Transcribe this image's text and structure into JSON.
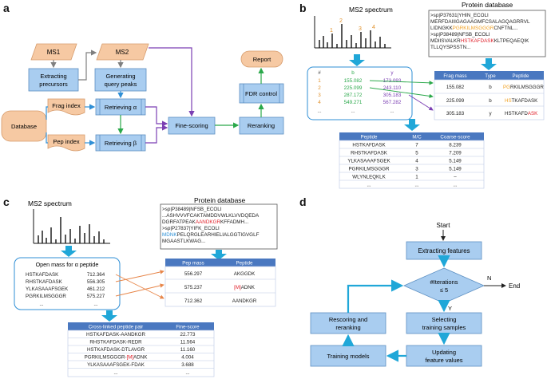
{
  "panel_a": {
    "letter": "a",
    "ms1": "MS1",
    "ms2": "MS2",
    "extracting_precursors": [
      "Extracting",
      "precursors"
    ],
    "generating_query_peaks": [
      "Generating",
      "query peaks"
    ],
    "frag_index": "Frag index",
    "pep_index": "Pep index",
    "database": "Database",
    "retrieving_alpha": "Retrieving α",
    "retrieving_beta": "Retrieving β",
    "fine_scoring": "Fine-scoring",
    "reranking": "Reranking",
    "fdr_control": "FDR control",
    "report": "Report"
  },
  "panel_b": {
    "letter": "b",
    "ms2_title": "MS2 spectrum",
    "protein_db_title": "Protein database",
    "peak_labels": [
      "1",
      "2",
      "3",
      "4"
    ],
    "fasta_lines": [
      ">sp|P37631|YHIN_ECOLI",
      "MERFDAIIIGAGAAGMFCSALAGQAGRRVL",
      "LIDNGKK",
      "PGRKILMSGGGR",
      "CNFTNL...",
      ">sp|P38489|NFSB_ECOLI",
      "MDIISVALKR",
      "HSTKAFDASK",
      "KLTPEQAEQIK",
      "TLLQYSPSSTN..."
    ],
    "ion_table": {
      "headers": [
        "#",
        "b",
        "y"
      ],
      "rows": [
        [
          "1",
          "155.082",
          "173.093"
        ],
        [
          "2",
          "225.099",
          "243.110"
        ],
        [
          "3",
          "287.172",
          "305.183"
        ],
        [
          "4",
          "549.271",
          "567.282"
        ],
        [
          "...",
          "...",
          "..."
        ]
      ]
    },
    "frag_table": {
      "headers": [
        "Frag mass",
        "Type",
        "Peptide"
      ],
      "rows": [
        [
          "155.082",
          "b",
          "PG",
          "RKILMSGGGR",
          ""
        ],
        [
          "225.099",
          "b",
          "HS",
          "TKAFDASK",
          ""
        ],
        [
          "305.183",
          "y",
          "",
          "HSTKAFD",
          "ASK"
        ]
      ]
    },
    "coarse_table": {
      "headers": [
        "Peptide",
        "M/C",
        "Coarse-score"
      ],
      "rows": [
        [
          "HSTKAFDASK",
          "7",
          "8.239"
        ],
        [
          "RHSTKAFDASK",
          "5",
          "7.209"
        ],
        [
          "YLKASAAAFSGEK",
          "4",
          "5.149"
        ],
        [
          "PGRKILMSGGGR",
          "3",
          "5.149"
        ],
        [
          "WLYNLEQKLK",
          "1",
          "–"
        ],
        [
          "...",
          "...",
          "..."
        ]
      ]
    }
  },
  "panel_c": {
    "letter": "c",
    "ms2_title": "MS2 spectrum",
    "protein_db_title": "Protein database",
    "fasta_lines": [
      ">sp|P38489|NFSB_ECOLI",
      "...ASHVVVFCAKTAMDDVWLKLVVDQEDA",
      "DGRFATPEAK",
      "AANDKGR",
      "KFFADMH...",
      ">sp|P27837|YIFK_ECOLI",
      "MDNK",
      "PELQRGLEARHIELIALGGTIGVGLF",
      "MGAASTLKWAG..."
    ],
    "open_mass_title": "Open mass for α peptide",
    "open_mass_rows": [
      [
        "HSTKAFDASK",
        "712.364"
      ],
      [
        "RHSTKAFDASK",
        "556.305"
      ],
      [
        "YLKASAAAFSGEK",
        "461.212"
      ],
      [
        "PGRKILMSGGGR",
        "575.227"
      ],
      [
        "...",
        "..."
      ]
    ],
    "pep_table": {
      "headers": [
        "Pep mass",
        "Peptide"
      ],
      "rows": [
        [
          "556.297",
          "AKGGDK",
          "",
          ""
        ],
        [
          "575.237",
          "",
          "[M]",
          "ADNK"
        ],
        [
          "712.362",
          "AANDKGR",
          "",
          ""
        ]
      ]
    },
    "fine_table": {
      "headers": [
        "Cross-linked peptide pair",
        "Fine-score"
      ],
      "rows": [
        [
          "HSTKAFDASK-AANDKGR",
          "",
          "",
          "22.773"
        ],
        [
          "RHSTKAFDASK-REDR",
          "",
          "",
          "11.564"
        ],
        [
          "HSTKAFDASK-DTLAVGR",
          "",
          "",
          "11.160"
        ],
        [
          "PGRKILMSGGGR-",
          "[M]",
          "ADNK",
          "4.004"
        ],
        [
          "YLKASAAAFSGEK-FDAK",
          "",
          "",
          "3.688"
        ],
        [
          "...",
          "",
          "",
          "..."
        ]
      ]
    }
  },
  "panel_d": {
    "letter": "d",
    "start": "Start",
    "end": "End",
    "extracting_features": "Extracting features",
    "iterations": [
      "#Iterations",
      "≤ 5"
    ],
    "n_label": "N",
    "y_label": "Y",
    "selecting": [
      "Selecting",
      "training samples"
    ],
    "updating": [
      "Updating",
      "feature values"
    ],
    "training_models": "Training models",
    "rescoring": [
      "Rescoring and",
      "reranking"
    ]
  },
  "colors": {
    "blue_box": "#a9cdf0",
    "orange_box": "#f6c9a3",
    "arrow_blue": "#2f8fd6",
    "arrow_green": "#2aa84a",
    "arrow_purple": "#7b3fb3",
    "arrow_gray": "#7f7f7f",
    "arrow_orange": "#e7864a",
    "cyan_arrow": "#20a7d8",
    "highlight_orange": "#f0a020",
    "highlight_red": "#e0202a",
    "highlight_blue": "#2a8fd6"
  }
}
